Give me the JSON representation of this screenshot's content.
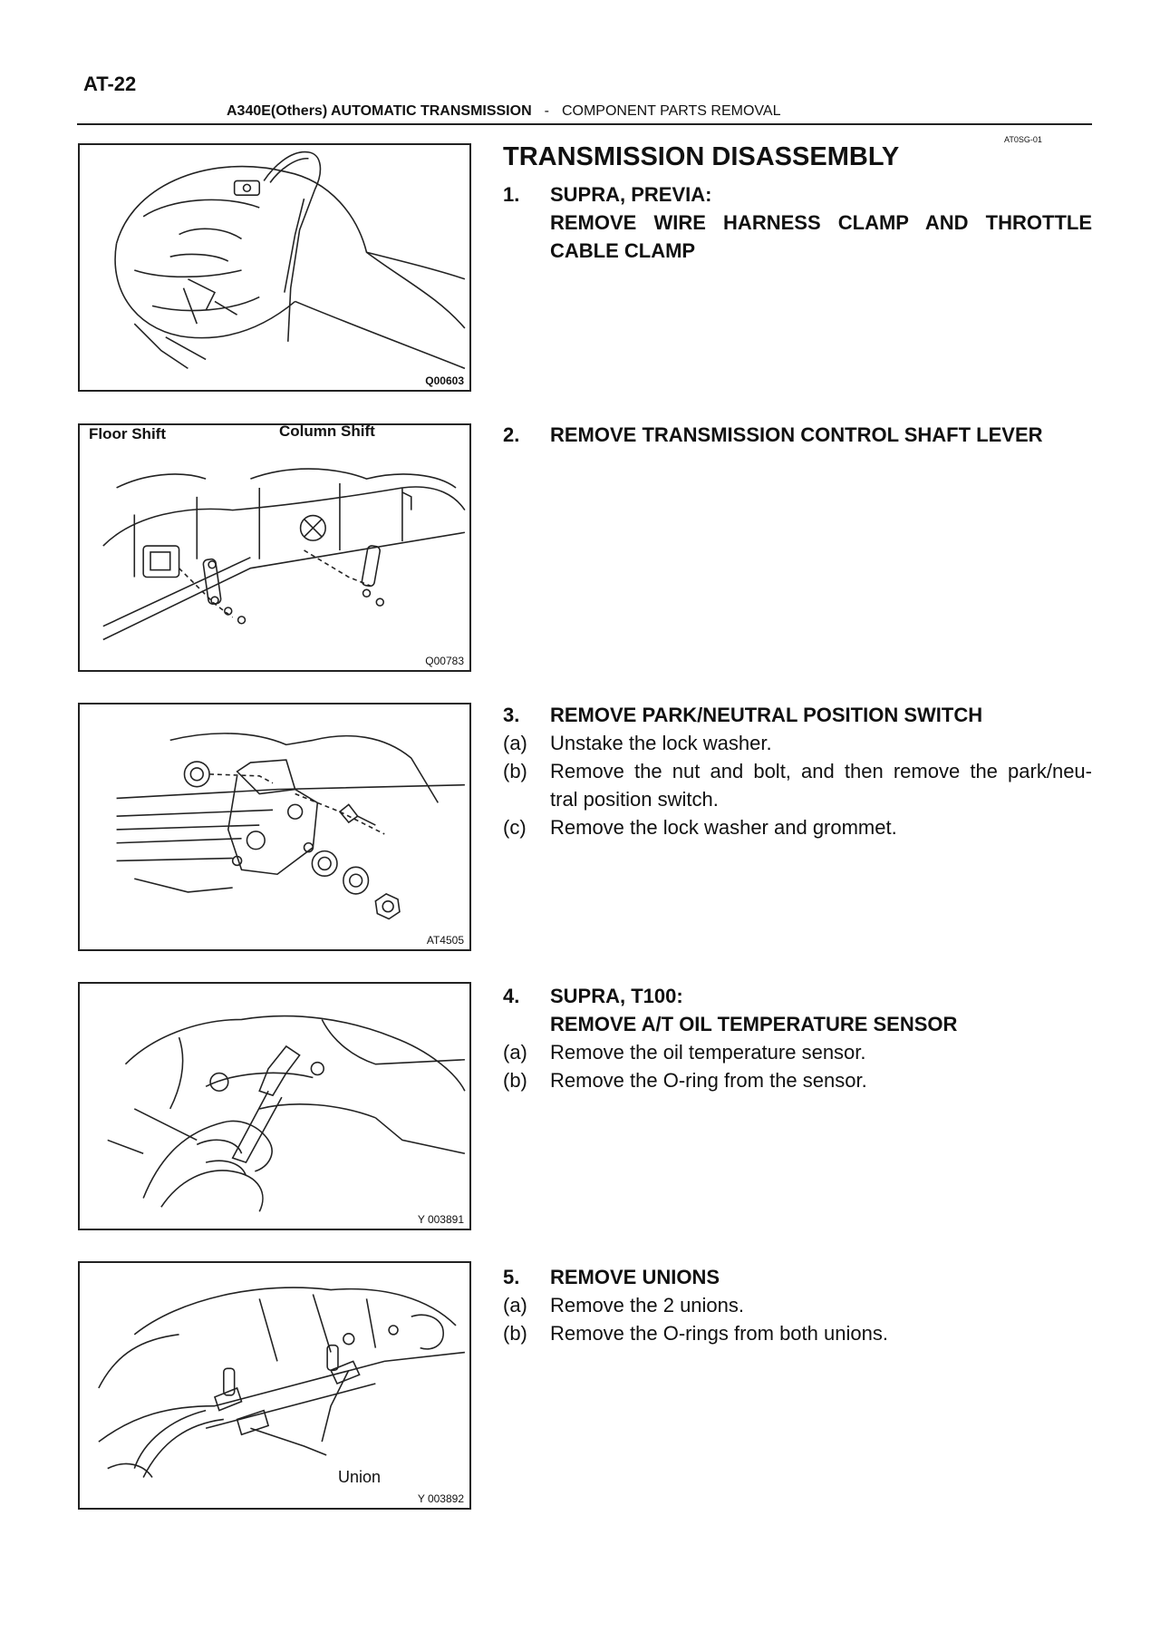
{
  "page": {
    "number": "AT-22",
    "header_model": "A340E(Others)  AUTOMATIC TRANSMISSION",
    "header_sep": "-",
    "header_section": "COMPONENT PARTS REMOVAL",
    "doc_code": "AT0SG-01"
  },
  "figures": [
    {
      "code": "Q00603"
    },
    {
      "code": "Q00783",
      "label_left": "Floor Shift",
      "label_right": "Column Shift"
    },
    {
      "code": "AT4505"
    },
    {
      "code": "Y  003891"
    },
    {
      "code": "Y  003892",
      "label": "Union"
    }
  ],
  "content": {
    "title": "TRANSMISSION DISASSEMBLY",
    "steps": [
      {
        "num": "1.",
        "lines": [
          "SUPRA, PREVIA:",
          "REMOVE WIRE HARNESS CLAMP AND THROTTLE",
          "CABLE CLAMP"
        ],
        "subs": []
      },
      {
        "num": "2.",
        "lines": [
          "REMOVE TRANSMISSION CONTROL SHAFT LEVER"
        ],
        "subs": []
      },
      {
        "num": "3.",
        "lines": [
          "REMOVE PARK/NEUTRAL POSITION SWITCH"
        ],
        "subs": [
          {
            "num": "(a)",
            "text": "Unstake the lock washer."
          },
          {
            "num": "(b)",
            "text": "Remove the nut and bolt, and then remove the park/neu-",
            "text2": "tral position switch."
          },
          {
            "num": "(c)",
            "text": "Remove the lock washer and grommet."
          }
        ]
      },
      {
        "num": "4.",
        "lines": [
          "SUPRA, T100:",
          "REMOVE A/T OIL TEMPERATURE SENSOR"
        ],
        "subs": [
          {
            "num": "(a)",
            "text": "Remove the oil temperature sensor."
          },
          {
            "num": "(b)",
            "text": "Remove the O-ring from the sensor."
          }
        ]
      },
      {
        "num": "5.",
        "lines": [
          "REMOVE UNIONS"
        ],
        "subs": [
          {
            "num": "(a)",
            "text": "Remove the 2 unions."
          },
          {
            "num": "(b)",
            "text": "Remove the O-rings from both unions."
          }
        ]
      }
    ]
  }
}
